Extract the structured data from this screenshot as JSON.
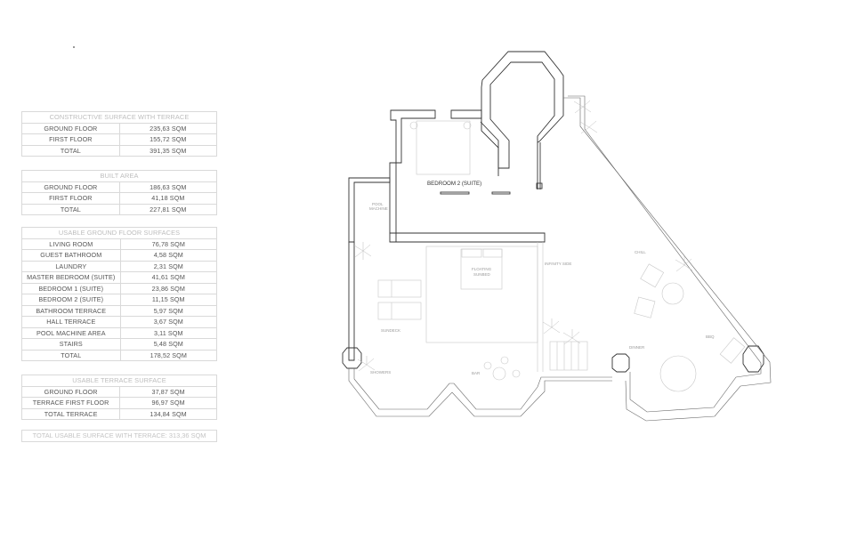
{
  "tables": {
    "constructive": {
      "title": "CONSTRUCTIVE SURFACE WITH TERRACE",
      "rows": [
        {
          "label": "GROUND FLOOR",
          "value": "235,63 SQM"
        },
        {
          "label": "FIRST FLOOR",
          "value": "155,72 SQM"
        },
        {
          "label": "TOTAL",
          "value": "391,35 SQM"
        }
      ]
    },
    "built": {
      "title": "BUILT AREA",
      "rows": [
        {
          "label": "GROUND FLOOR",
          "value": "186,63 SQM"
        },
        {
          "label": "FIRST FLOOR",
          "value": "41,18 SQM"
        },
        {
          "label": "TOTAL",
          "value": "227,81 SQM"
        }
      ]
    },
    "usable_ground": {
      "title": "USABLE GROUND FLOOR SURFACES",
      "rows": [
        {
          "label": "LIVING ROOM",
          "value": "76,78 SQM"
        },
        {
          "label": "GUEST BATHROOM",
          "value": "4,58 SQM"
        },
        {
          "label": "LAUNDRY",
          "value": "2,31 SQM"
        },
        {
          "label": "MASTER BEDROOM (SUITE)",
          "value": "41,61 SQM"
        },
        {
          "label": "BEDROOM 1 (SUITE)",
          "value": "23,86 SQM"
        },
        {
          "label": "BEDROOM 2 (SUITE)",
          "value": "11,15 SQM"
        },
        {
          "label": "BATHROOM TERRACE",
          "value": "5,97 SQM"
        },
        {
          "label": "HALL TERRACE",
          "value": "3,67 SQM"
        },
        {
          "label": "POOL MACHINE AREA",
          "value": "3,11 SQM"
        },
        {
          "label": "STAIRS",
          "value": "5,48 SQM"
        },
        {
          "label": "TOTAL",
          "value": "178,52 SQM"
        }
      ]
    },
    "usable_terrace": {
      "title": "USABLE TERRACE SURFACE",
      "rows": [
        {
          "label": "GROUND FLOOR",
          "value": "37,87 SQM"
        },
        {
          "label": "TERRACE FIRST FLOOR",
          "value": "96,97 SQM"
        },
        {
          "label": "TOTAL TERRACE",
          "value": "134,84 SQM"
        }
      ]
    },
    "grand_total": "TOTAL USABLE SURFACE WITH TERRACE: 313,36 SQM"
  },
  "plan": {
    "labels": {
      "bedroom2": "BEDROOM 2 (SUITE)",
      "pool_machine_1": "POOL",
      "pool_machine_2": "MACHINE",
      "floating_1": "FLOATING",
      "floating_2": "SUNBED",
      "infinity": "INFINITY SIDE",
      "sundeck": "SUNDECK",
      "showers": "SHOWERS",
      "bar": "BAR",
      "chill": "CHILL",
      "dinner": "DINNER",
      "bbq": "BBQ"
    }
  }
}
